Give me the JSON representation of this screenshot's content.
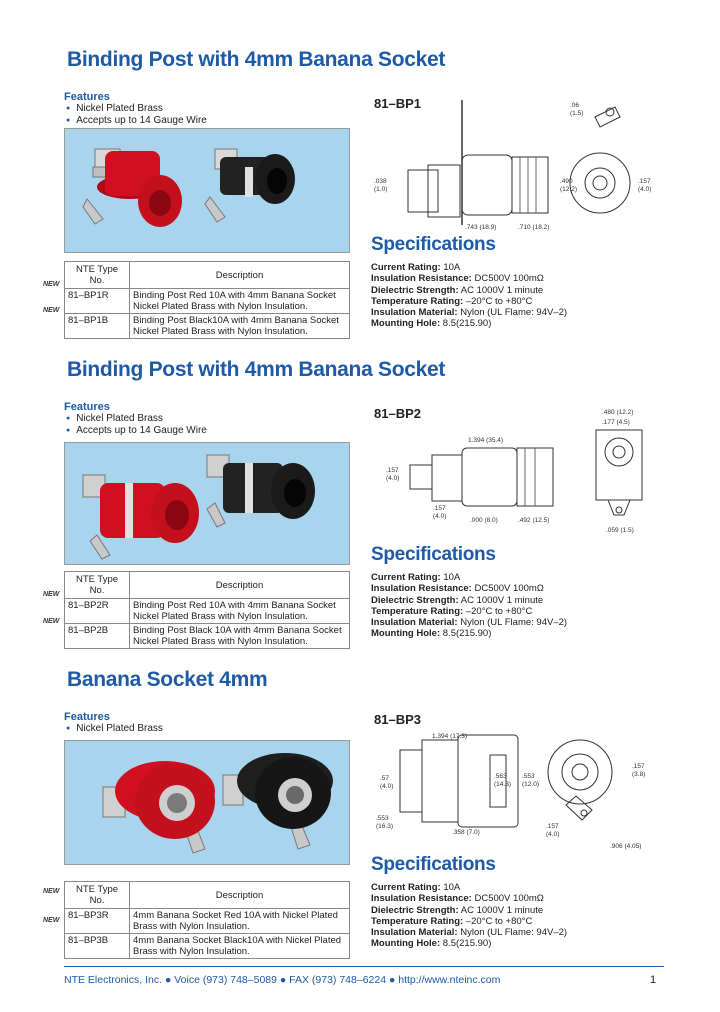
{
  "sections": [
    {
      "title": "Binding Post with 4mm Banana Socket",
      "features_heading": "Features",
      "features": [
        "Nickel Plated Brass",
        "Accepts up to 14 Gauge Wire"
      ],
      "part_label": "81–BP1",
      "table_headers": [
        "NTE Type No.",
        "Description"
      ],
      "rows": [
        {
          "tag": "NEW",
          "type_no": "81–BP1R",
          "desc1": "Binding Post Red 10A with 4mm Banana Socket",
          "desc2": "Nickel Plated Brass with Nylon Insulation."
        },
        {
          "tag": "NEW",
          "type_no": "81–BP1B",
          "desc1": "Binding Post Black10A with 4mm Banana Socket",
          "desc2": "Nickel Plated Brass with Nylon Insulation."
        }
      ],
      "dims": [
        ".06",
        "(1.5)",
        ".038",
        "(1.0)",
        ".490",
        "(12.2)",
        ".157",
        "(4.0)",
        ".743 (18.9)",
        ".710 (18.2)"
      ],
      "spec_title": "Specifications",
      "specs": [
        {
          "label": "Current Rating:",
          "value": "10A"
        },
        {
          "label": "Insulation Resistance:",
          "value": "DC500V 100mΩ"
        },
        {
          "label": "Dielectric Strength:",
          "value": "AC 1000V 1 minute"
        },
        {
          "label": "Temperature Rating:",
          "value": "–20°C to +80°C"
        },
        {
          "label": "Insulation Material:",
          "value": "Nylon (UL Flame: 94V–2)"
        },
        {
          "label": "Mounting Hole:",
          "value": "8.5(215.90)"
        }
      ]
    },
    {
      "title": "Binding Post with 4mm Banana Socket",
      "features_heading": "Features",
      "features": [
        "Nickel Plated Brass",
        "Accepts up to 14 Gauge Wire"
      ],
      "part_label": "81–BP2",
      "table_headers": [
        "NTE Type No.",
        "Description"
      ],
      "rows": [
        {
          "tag": "NEW",
          "type_no": "81–BP2R",
          "desc1": "Binding Post Red 10A with 4mm Banana Socket",
          "desc2": "Nickel Plated Brass with Nylon Insulation."
        },
        {
          "tag": "NEW",
          "type_no": "81–BP2B",
          "desc1": "Binding Post Black 10A with 4mm Banana Socket",
          "desc2": "Nickel Plated Brass with Nylon Insulation."
        }
      ],
      "dims": [
        ".480 (12.2)",
        ".177 (4.5)",
        "1.394 (35.4)",
        ".157",
        "(4.0)",
        ".157",
        "(4.0)",
        ".000 (8.0)",
        ".492 (12.5)",
        ".059 (1.5)"
      ],
      "spec_title": "Specifications",
      "specs": [
        {
          "label": "Current Rating:",
          "value": "10A"
        },
        {
          "label": "Insulation Resistance:",
          "value": "DC500V 100mΩ"
        },
        {
          "label": "Dielectric Strength:",
          "value": "AC 1000V 1 minute"
        },
        {
          "label": "Temperature Rating:",
          "value": "–20°C to +80°C"
        },
        {
          "label": "Insulation Material:",
          "value": "Nylon (UL Flame: 94V–2)"
        },
        {
          "label": "Mounting Hole:",
          "value": "8.5(215.90)"
        }
      ]
    },
    {
      "title": "Banana Socket 4mm",
      "features_heading": "Features",
      "features": [
        "Nickel Plated Brass"
      ],
      "part_label": "81–BP3",
      "table_headers": [
        "NTE Type No.",
        "Description"
      ],
      "rows": [
        {
          "tag": "NEW",
          "type_no": "81–BP3R",
          "desc1": "4mm Banana Socket Red 10A with Nickel Plated",
          "desc2": "Brass with Nylon Insulation."
        },
        {
          "tag": "NEW",
          "type_no": "81–BP3B",
          "desc1": "4mm Banana Socket Black10A with Nickel Plated",
          "desc2": "Brass with Nylon Insulation."
        }
      ],
      "dims": [
        "1.394 (17.3)",
        ".57",
        "(4.0)",
        ".563",
        "(14.3)",
        ".553",
        "(12.0)",
        ".157",
        "(3.8)",
        ".553",
        "(16.3)",
        ".358 (7.0)",
        ".157",
        "(4.0)",
        ".906 (4.05)"
      ],
      "spec_title": "Specifications",
      "specs": [
        {
          "label": "Current Rating:",
          "value": "10A"
        },
        {
          "label": "Insulation Resistance:",
          "value": "DC500V 100mΩ"
        },
        {
          "label": "Dielectric Strength:",
          "value": "AC 1000V 1 minute"
        },
        {
          "label": "Temperature Rating:",
          "value": "–20°C to +80°C"
        },
        {
          "label": "Insulation Material:",
          "value": "Nylon (UL Flame: 94V–2)"
        },
        {
          "label": "Mounting Hole:",
          "value": "8.5(215.90)"
        }
      ]
    }
  ],
  "footer": {
    "company": "NTE Electronics, Inc.",
    "voice": "Voice (973) 748–5089",
    "fax": "FAX (973) 748–6224",
    "url": "http://www.nteinc.com",
    "page": "1"
  },
  "colors": {
    "brand_blue": "#1f5aa6",
    "photo_bg": "#a9d4ee",
    "red_post": "#d01020",
    "black_post": "#1a1a1a"
  }
}
